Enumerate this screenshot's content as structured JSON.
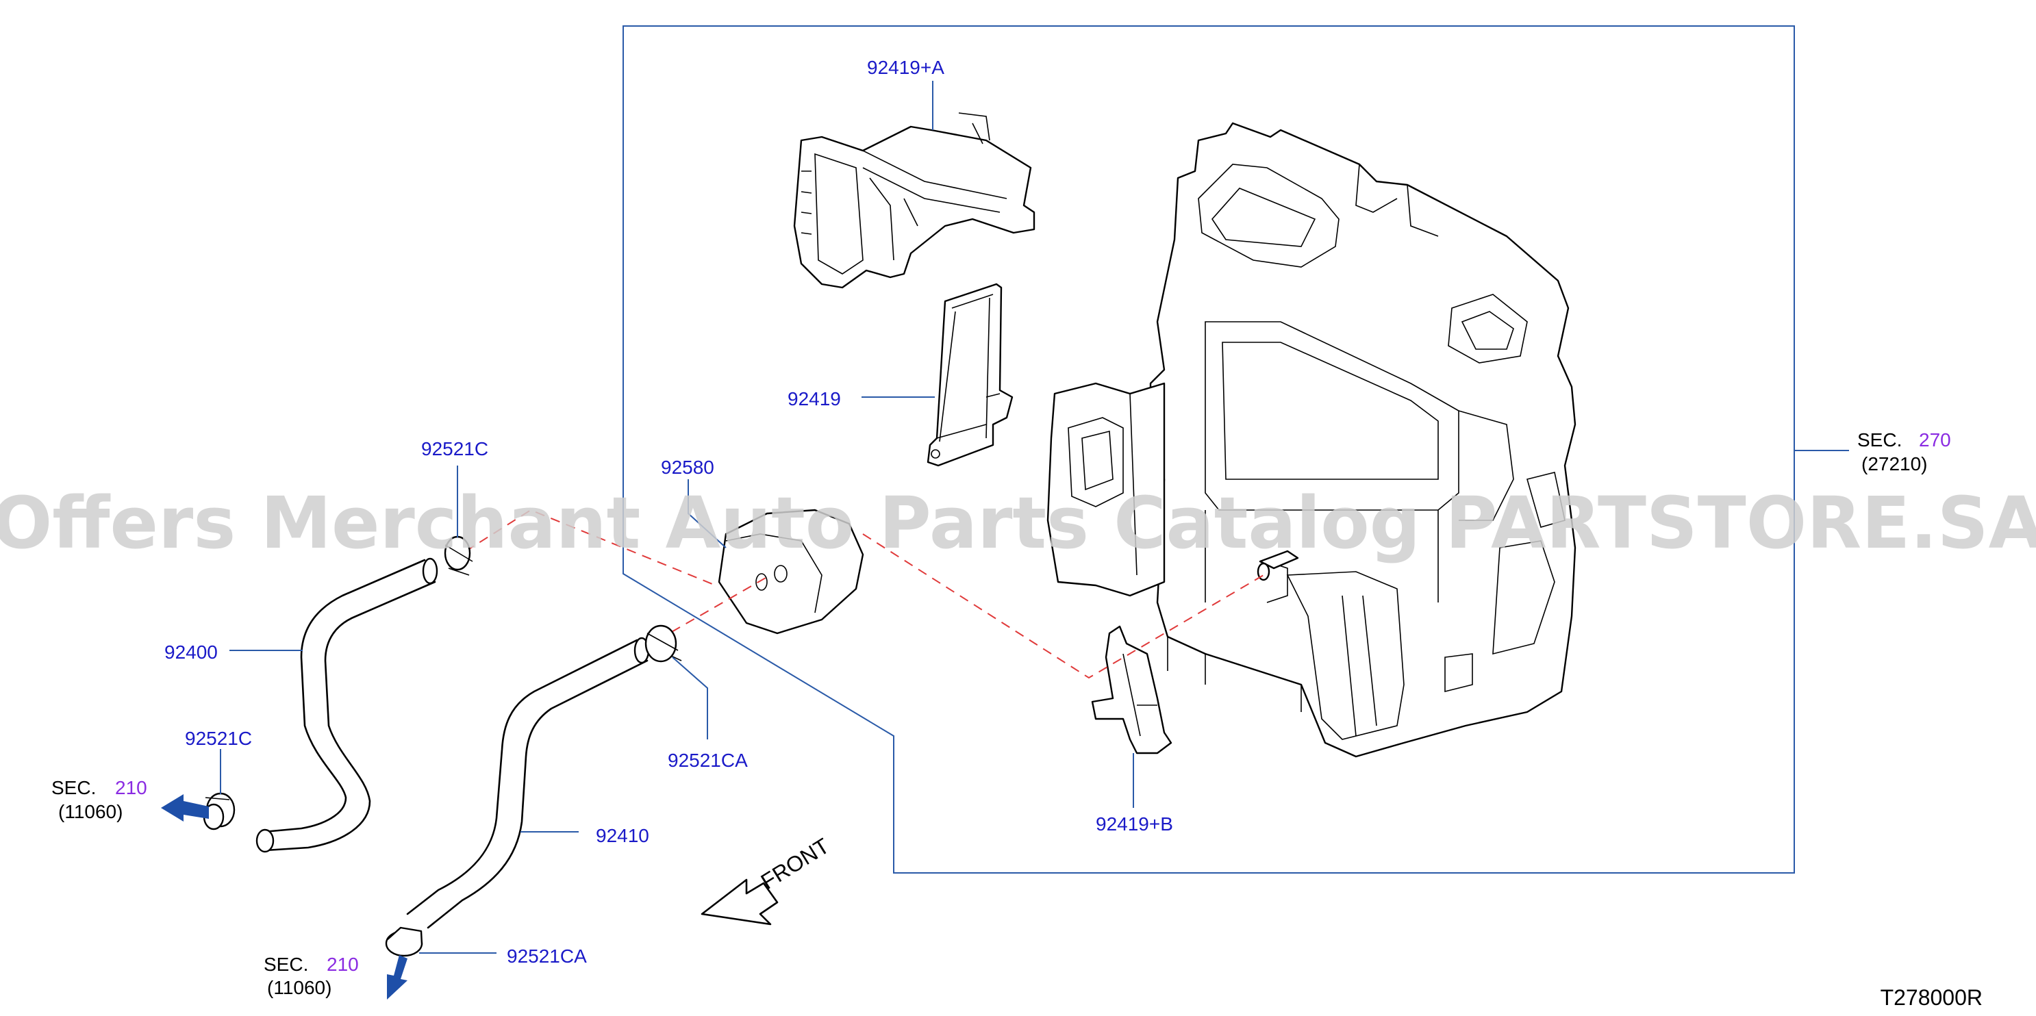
{
  "watermark": "Offers Merchant Auto Parts Catalog PARTSTORE.SA",
  "diagram_code": "T278000R",
  "front_label": "FRONT",
  "part_labels": {
    "p92419A": "92419+A",
    "p92419": "92419",
    "p92580": "92580",
    "p92521C_top": "92521C",
    "p92400": "92400",
    "p92521C_bottom": "92521C",
    "p92521CA_mid": "92521CA",
    "p92410": "92410",
    "p92521CA_bottom": "92521CA",
    "p92419B": "92419+B"
  },
  "section_refs": {
    "right": {
      "prefix": "SEC.",
      "number": "270",
      "code": "(27210)"
    },
    "left_hose": {
      "prefix": "SEC.",
      "number": "210",
      "code": "(11060)"
    },
    "bottom_hose": {
      "prefix": "SEC.",
      "number": "210",
      "code": "(11060)"
    }
  },
  "colors": {
    "label_blue": "#1a1ac8",
    "section_number_purple": "#8a2be2",
    "leader_blue": "#2a5aa8",
    "dash_red": "#e03a3a",
    "arrow_blue": "#1e4fa8"
  }
}
